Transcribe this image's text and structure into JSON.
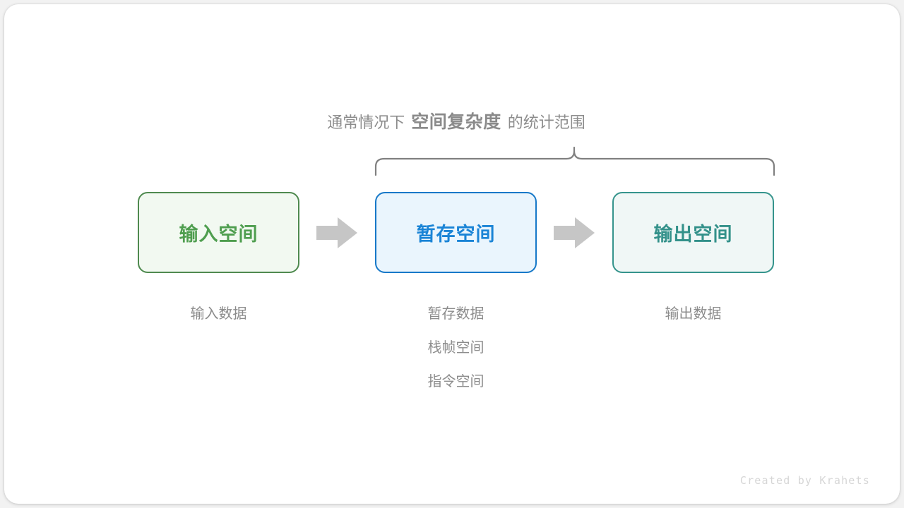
{
  "diagram": {
    "title_prefix": "通常情况下",
    "title_emphasis": "空间复杂度",
    "title_suffix": "的统计范围",
    "brace_icon": "curly-brace-icon",
    "arrow_icon": "block-arrow-right-icon",
    "boxes": [
      {
        "id": "input",
        "label": "输入空间",
        "border_color": "#4f8a4f",
        "fill_color": "#f2f9f1",
        "text_color": "#4f9e4f"
      },
      {
        "id": "temp",
        "label": "暂存空间",
        "border_color": "#1678c8",
        "fill_color": "#eaf5fd",
        "text_color": "#1a84d6"
      },
      {
        "id": "output",
        "label": "输出空间",
        "border_color": "#35948c",
        "fill_color": "#f0f7f6",
        "text_color": "#33918a"
      }
    ],
    "arrows": [
      {
        "id": "arrow-1",
        "color": "#c6c6c6"
      },
      {
        "id": "arrow-2",
        "color": "#c6c6c6"
      }
    ],
    "sub_labels": {
      "input": [
        "输入数据"
      ],
      "temp": [
        "暂存数据",
        "栈帧空间",
        "指令空间"
      ],
      "output": [
        "输出数据"
      ]
    },
    "colors": {
      "caption_gray": "#8c8c8c",
      "brace_gray": "#808080",
      "watermark_gray": "#d6d6d6",
      "page_background": "#f2f2f2",
      "card_background": "#ffffff"
    },
    "watermark": "Created by Krahets"
  }
}
